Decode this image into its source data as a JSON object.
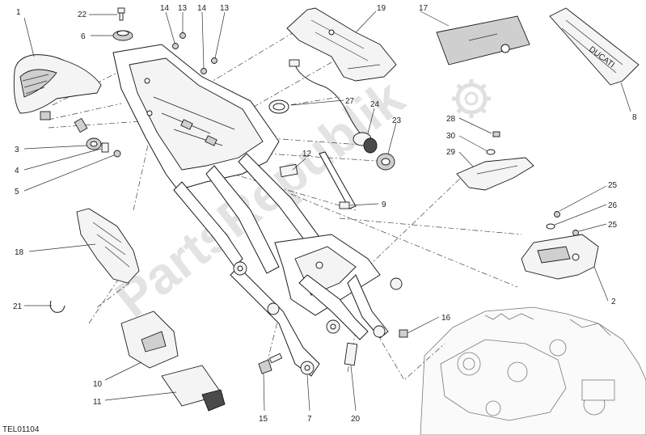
{
  "diagram_code": "TEL01104",
  "watermark": "PartsRepublik",
  "callouts": [
    {
      "id": "c1",
      "label": "1"
    },
    {
      "id": "c22",
      "label": "22"
    },
    {
      "id": "c6",
      "label": "6"
    },
    {
      "id": "c14a",
      "label": "14"
    },
    {
      "id": "c13a",
      "label": "13"
    },
    {
      "id": "c14b",
      "label": "14"
    },
    {
      "id": "c13b",
      "label": "13"
    },
    {
      "id": "c19",
      "label": "19"
    },
    {
      "id": "c17",
      "label": "17"
    },
    {
      "id": "c8",
      "label": "8"
    },
    {
      "id": "c27",
      "label": "27"
    },
    {
      "id": "c24",
      "label": "24"
    },
    {
      "id": "c23",
      "label": "23"
    },
    {
      "id": "c28",
      "label": "28"
    },
    {
      "id": "c30",
      "label": "30"
    },
    {
      "id": "c29",
      "label": "29"
    },
    {
      "id": "c3",
      "label": "3"
    },
    {
      "id": "c4",
      "label": "4"
    },
    {
      "id": "c5",
      "label": "5"
    },
    {
      "id": "c12",
      "label": "12"
    },
    {
      "id": "c9",
      "label": "9"
    },
    {
      "id": "c25a",
      "label": "25"
    },
    {
      "id": "c26",
      "label": "26"
    },
    {
      "id": "c25b",
      "label": "25"
    },
    {
      "id": "c18",
      "label": "18"
    },
    {
      "id": "c2",
      "label": "2"
    },
    {
      "id": "c21",
      "label": "21"
    },
    {
      "id": "c16",
      "label": "16"
    },
    {
      "id": "c10",
      "label": "10"
    },
    {
      "id": "c11",
      "label": "11"
    },
    {
      "id": "c15",
      "label": "15"
    },
    {
      "id": "c7",
      "label": "7"
    },
    {
      "id": "c20",
      "label": "20"
    }
  ]
}
